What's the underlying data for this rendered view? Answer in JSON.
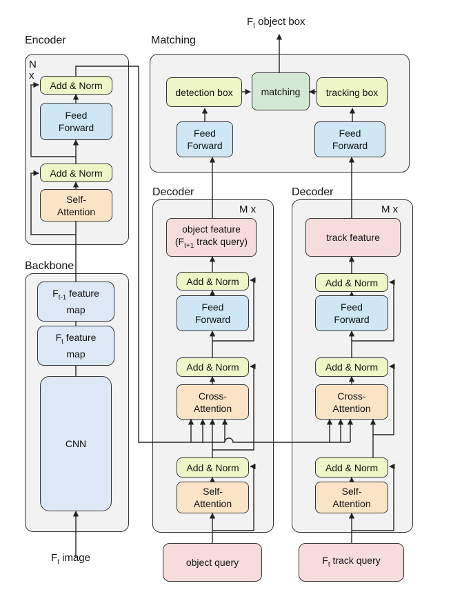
{
  "top_output": {
    "prefix": "F",
    "sub": "t",
    "rest": " object box"
  },
  "encoder": {
    "title": "Encoder",
    "repeat": "N\nx",
    "add_norm_top": "Add & Norm",
    "feed_forward": "Feed\nForward",
    "add_norm_bottom": "Add & Norm",
    "self_attention": "Self-\nAttention"
  },
  "backbone": {
    "title": "Backbone",
    "prev_map": {
      "prefix": "F",
      "sub": "t-1",
      "rest": " feature\nmap"
    },
    "cur_map": {
      "prefix": "F",
      "sub": "t",
      "rest": " feature\nmap"
    },
    "cnn": "CNN"
  },
  "input_image": {
    "prefix": "F",
    "sub": "t",
    "rest": " image"
  },
  "matching": {
    "title": "Matching",
    "detection_box": "detection box",
    "matching": "matching",
    "tracking_box": "tracking box",
    "ff_left": "Feed\nForward",
    "ff_right": "Feed\nForward"
  },
  "decoder_left": {
    "title": "Decoder",
    "repeat": "M x",
    "object_feature": {
      "line1": "object feature",
      "prefix": "(F",
      "sub": "t+1",
      "rest": " track query)"
    },
    "add_norm_1": "Add & Norm",
    "feed_forward": "Feed\nForward",
    "add_norm_2": "Add & Norm",
    "cross_attention": "Cross-\nAttention",
    "add_norm_3": "Add & Norm",
    "self_attention": "Self-\nAttention"
  },
  "decoder_right": {
    "title": "Decoder",
    "repeat": "M x",
    "track_feature": "track feature",
    "add_norm_1": "Add & Norm",
    "feed_forward": "Feed\nForward",
    "add_norm_2": "Add & Norm",
    "cross_attention": "Cross-\nAttention",
    "add_norm_3": "Add & Norm",
    "self_attention": "Self-\nAttention"
  },
  "object_query": "object query",
  "track_query": {
    "prefix": "F",
    "sub": "t",
    "rest": " track query"
  }
}
